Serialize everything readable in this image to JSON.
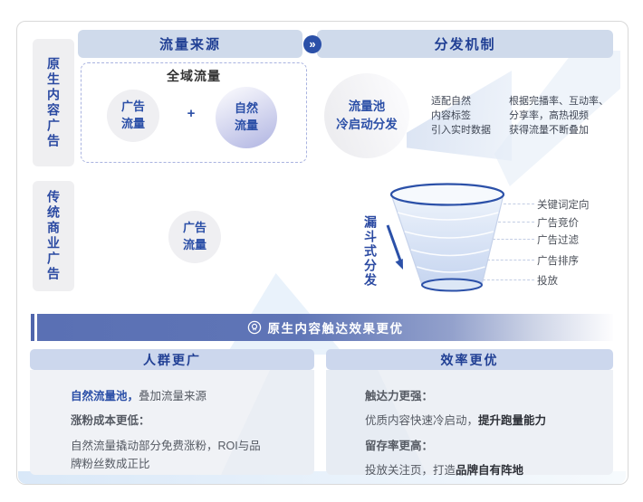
{
  "colors": {
    "accent_blue": "#2b4fa7",
    "header_bar_blue": "#cfdaeb",
    "banner_blue": "#5a70b4",
    "funnel_stroke": "#2b50a8",
    "organic_gradient": "#b6bae4"
  },
  "rows": {
    "native": "原生内容广告",
    "traditional": "传统商业广告"
  },
  "headers": {
    "traffic_source": "流量来源",
    "distribution": "分发机制",
    "chevron": "»"
  },
  "source_panel": {
    "domain_title": "全域流量",
    "ad_circle": "广告\n流量",
    "plus": "+",
    "organic_circle": "自然\n流量"
  },
  "distribution_panel": {
    "cold_start_circle": "流量池\n冷启动分发",
    "tag_note": "适配自然\n内容标签\n引入实时数据",
    "heat_note": "根据完播率、互动率、\n分享率，高热视频\n获得流量不断叠加"
  },
  "traditional_panel": {
    "ad_circle": "广告\n流量",
    "funnel_label": "漏斗式分发",
    "funnel_steps": [
      "关键词定向",
      "广告竞价",
      "广告过滤",
      "广告排序",
      "投放"
    ]
  },
  "banner": {
    "icon": "award-badge",
    "text": "原生内容触达效果更优"
  },
  "benefit_left": {
    "header": "人群更广",
    "p1_strong": "自然流量池，",
    "p1_rest": "叠加流量来源",
    "p2_strong": "涨粉成本更低：",
    "p3": "自然流量撬动部分免费涨粉，ROI与品牌粉丝数成正比"
  },
  "benefit_right": {
    "header": "效率更优",
    "p1_strong": "触达力更强：",
    "p2": "优质内容快速冷启动，",
    "p2_bold": "提升跑量能力",
    "p3_strong": "留存率更高：",
    "p4": "投放关注页，打造",
    "p4_bold": "品牌自有阵地"
  }
}
